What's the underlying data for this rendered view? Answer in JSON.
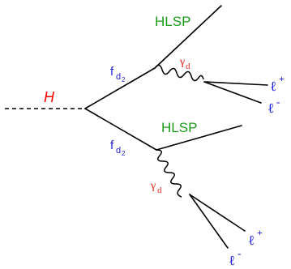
{
  "labels": {
    "higgs": "H",
    "dark_fermion_top": {
      "base": "f",
      "sub": "d",
      "subsub": "2"
    },
    "dark_fermion_bottom": {
      "base": "f",
      "sub": "d",
      "subsub": "2"
    },
    "hlsp_top": "HLSP",
    "hlsp_bottom": "HLSP",
    "dark_photon_top": {
      "base": "γ",
      "sub": "d"
    },
    "dark_photon_bottom": {
      "base": "γ",
      "sub": "d"
    },
    "lepton_plus_top": {
      "base": "ℓ",
      "sup": "+"
    },
    "lepton_minus_top": {
      "base": "ℓ",
      "sup": "-"
    },
    "lepton_plus_bottom": {
      "base": "ℓ",
      "sup": "+"
    },
    "lepton_minus_bottom": {
      "base": "ℓ",
      "sup": "-"
    }
  },
  "colors": {
    "higgs": "#ff0000",
    "dark_fermion": "#1f1fd6",
    "hlsp": "#1a9a1a",
    "dark_photon": "#e0201a",
    "lepton": "#1f1fd6"
  }
}
